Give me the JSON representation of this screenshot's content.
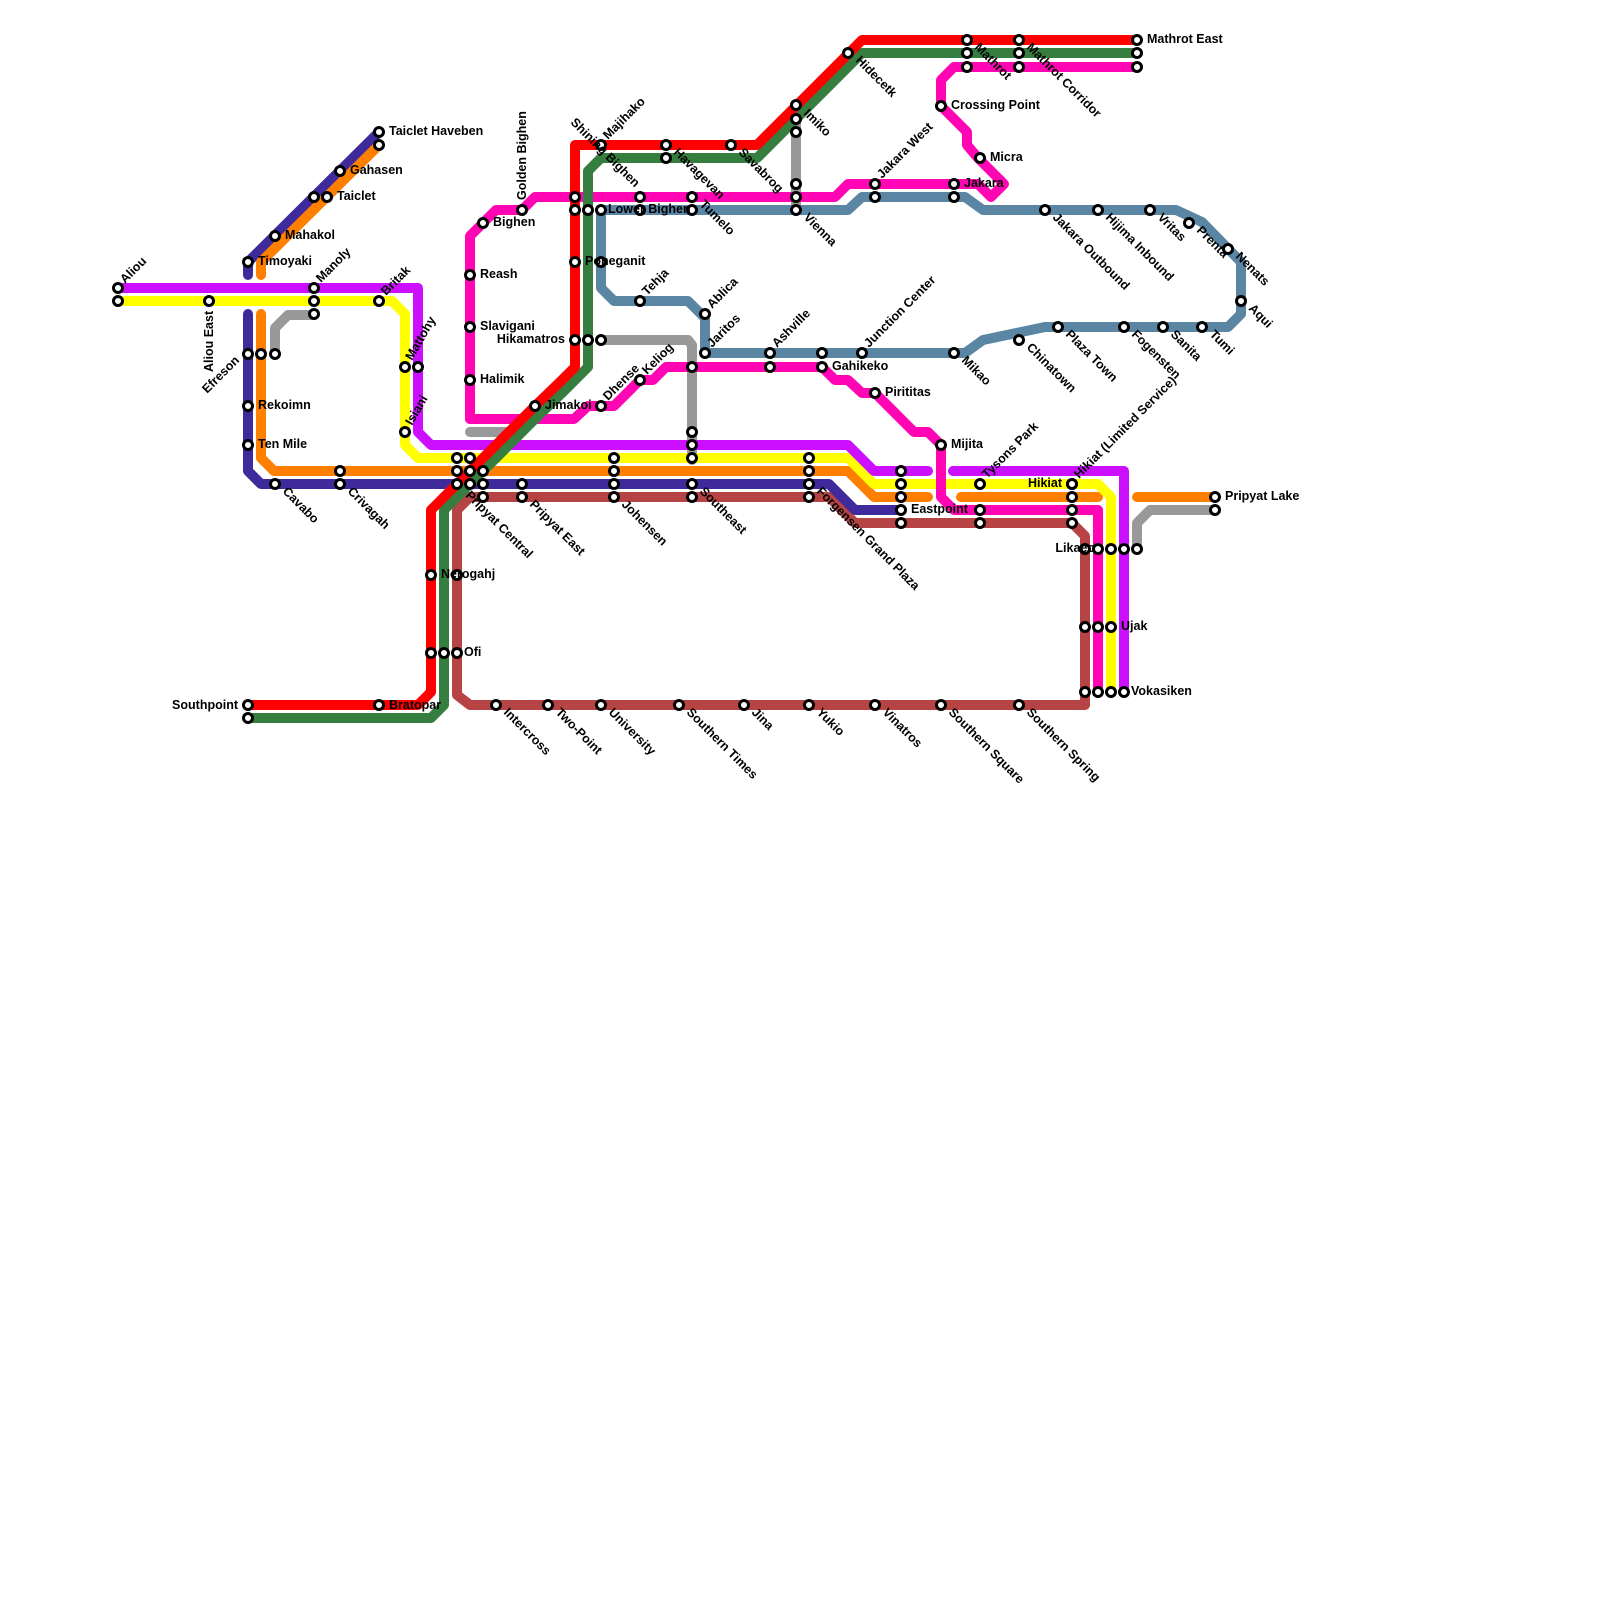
{
  "lines": [
    {
      "id": "red",
      "color": "#ff0000"
    },
    {
      "id": "green",
      "color": "#367d40"
    },
    {
      "id": "magenta",
      "color": "#ff05b4"
    },
    {
      "id": "purple",
      "color": "#cc0fff"
    },
    {
      "id": "yellow",
      "color": "#ffff00"
    },
    {
      "id": "orange",
      "color": "#ff7f00"
    },
    {
      "id": "indigo",
      "color": "#3f2a9c"
    },
    {
      "id": "brown",
      "color": "#b74445"
    },
    {
      "id": "steel",
      "color": "#5a86a4"
    },
    {
      "id": "gray",
      "color": "#999999"
    }
  ],
  "stations": [
    {
      "id": "aliou",
      "name": "Aliou"
    },
    {
      "id": "aliou_east",
      "name": "Aliou East"
    },
    {
      "id": "timoyaki",
      "name": "Timoyaki"
    },
    {
      "id": "mahakol",
      "name": "Mahakol"
    },
    {
      "id": "taiclet",
      "name": "Taiclet"
    },
    {
      "id": "gahasen",
      "name": "Gahasen"
    },
    {
      "id": "taiclet_haveben",
      "name": "Taiclet Haveben"
    },
    {
      "id": "manoly",
      "name": "Manoly"
    },
    {
      "id": "britak",
      "name": "Britak"
    },
    {
      "id": "efreson",
      "name": "Efreson"
    },
    {
      "id": "rekoimn",
      "name": "Rekoimn"
    },
    {
      "id": "ten_mile",
      "name": "Ten Mile"
    },
    {
      "id": "cavabo",
      "name": "Cavabo"
    },
    {
      "id": "crivagah",
      "name": "Crivagah"
    },
    {
      "id": "mattohy",
      "name": "Mattohy"
    },
    {
      "id": "isiani",
      "name": "Isiani"
    },
    {
      "id": "southpoint",
      "name": "Southpoint"
    },
    {
      "id": "bratopar",
      "name": "Bratopar"
    },
    {
      "id": "nerogahj",
      "name": "Nerogahj"
    },
    {
      "id": "ofi",
      "name": "Ofi"
    },
    {
      "id": "pripyat_central",
      "name": "Pripyat Central"
    },
    {
      "id": "pripyat_east",
      "name": "Pripyat East"
    },
    {
      "id": "bighen",
      "name": "Bighen"
    },
    {
      "id": "golden_bighen",
      "name": "Golden Bighen"
    },
    {
      "id": "reash",
      "name": "Reash"
    },
    {
      "id": "slavigani",
      "name": "Slavigani"
    },
    {
      "id": "halimik",
      "name": "Halimik"
    },
    {
      "id": "hikamatros",
      "name": "Hikamatros"
    },
    {
      "id": "jimakoi",
      "name": "Jimakoi"
    },
    {
      "id": "shining_bighen",
      "name": "Shining Bighen"
    },
    {
      "id": "majihako",
      "name": "Majihako"
    },
    {
      "id": "lower_bighen",
      "name": "Lower Bighen"
    },
    {
      "id": "poneganit",
      "name": "Poneganit"
    },
    {
      "id": "tehja",
      "name": "Tehja"
    },
    {
      "id": "dhense",
      "name": "Dhense"
    },
    {
      "id": "keliog",
      "name": "Keliog"
    },
    {
      "id": "johensen",
      "name": "Johensen"
    },
    {
      "id": "havagevan",
      "name": "Havagevan"
    },
    {
      "id": "tumelo",
      "name": "Tumelo"
    },
    {
      "id": "savabrog",
      "name": "Savabrog"
    },
    {
      "id": "ablica",
      "name": "Ablica"
    },
    {
      "id": "jaritos",
      "name": "Jaritos"
    },
    {
      "id": "southeast",
      "name": "Southeast"
    },
    {
      "id": "imiko",
      "name": "Imiko"
    },
    {
      "id": "vienna",
      "name": "Vienna"
    },
    {
      "id": "ashville",
      "name": "Ashville"
    },
    {
      "id": "gahikeko",
      "name": "Gahikeko"
    },
    {
      "id": "forgensen_grand_plaza",
      "name": "Forgensen Grand Plaza"
    },
    {
      "id": "hidecetk",
      "name": "Hidecetk"
    },
    {
      "id": "junction_center",
      "name": "Junction Center"
    },
    {
      "id": "pirititas",
      "name": "Pirititas"
    },
    {
      "id": "jakara_west",
      "name": "Jakara West"
    },
    {
      "id": "eastpoint",
      "name": "Eastpoint"
    },
    {
      "id": "crossing_point",
      "name": "Crossing Point"
    },
    {
      "id": "mathrot",
      "name": "Mathrot"
    },
    {
      "id": "mathrot_corridor",
      "name": "Mathrot Corridor"
    },
    {
      "id": "mathrot_east",
      "name": "Mathrot East"
    },
    {
      "id": "micra",
      "name": "Micra"
    },
    {
      "id": "jakara",
      "name": "Jakara"
    },
    {
      "id": "mijita",
      "name": "Mijita"
    },
    {
      "id": "mikao",
      "name": "Mikao"
    },
    {
      "id": "tysons_park",
      "name": "Tysons Park"
    },
    {
      "id": "jakara_outbound",
      "name": "Jakara Outbound"
    },
    {
      "id": "chinatown",
      "name": "Chinatown"
    },
    {
      "id": "plaza_town",
      "name": "Plaza Town"
    },
    {
      "id": "hijima_inbound",
      "name": "Hijima Inbound"
    },
    {
      "id": "fogensten",
      "name": "Fogensten"
    },
    {
      "id": "vritas",
      "name": "Vritas"
    },
    {
      "id": "sanita",
      "name": "Sanita"
    },
    {
      "id": "prenta",
      "name": "Prenta"
    },
    {
      "id": "tumi",
      "name": "Tumi"
    },
    {
      "id": "nenats",
      "name": "Nenats"
    },
    {
      "id": "aqui",
      "name": "Aqui"
    },
    {
      "id": "hikiat",
      "name": "Hikiat"
    },
    {
      "id": "hikiat_limited",
      "name": "Hikiat (Limited Service)"
    },
    {
      "id": "pripyat_lake",
      "name": "Pripyat Lake"
    },
    {
      "id": "likaeo",
      "name": "Likaeo"
    },
    {
      "id": "ujak",
      "name": "Ujak"
    },
    {
      "id": "vokasiken",
      "name": "Vokasiken"
    },
    {
      "id": "intercross",
      "name": "Intercross"
    },
    {
      "id": "two_point",
      "name": "Two-Point"
    },
    {
      "id": "university",
      "name": "University"
    },
    {
      "id": "southern_times",
      "name": "Southern Times"
    },
    {
      "id": "jina",
      "name": "Jina"
    },
    {
      "id": "yukio",
      "name": "Yukio"
    },
    {
      "id": "vinatros",
      "name": "Vinatros"
    },
    {
      "id": "southern_square",
      "name": "Southern Square"
    },
    {
      "id": "southern_spring",
      "name": "Southern Spring"
    }
  ]
}
